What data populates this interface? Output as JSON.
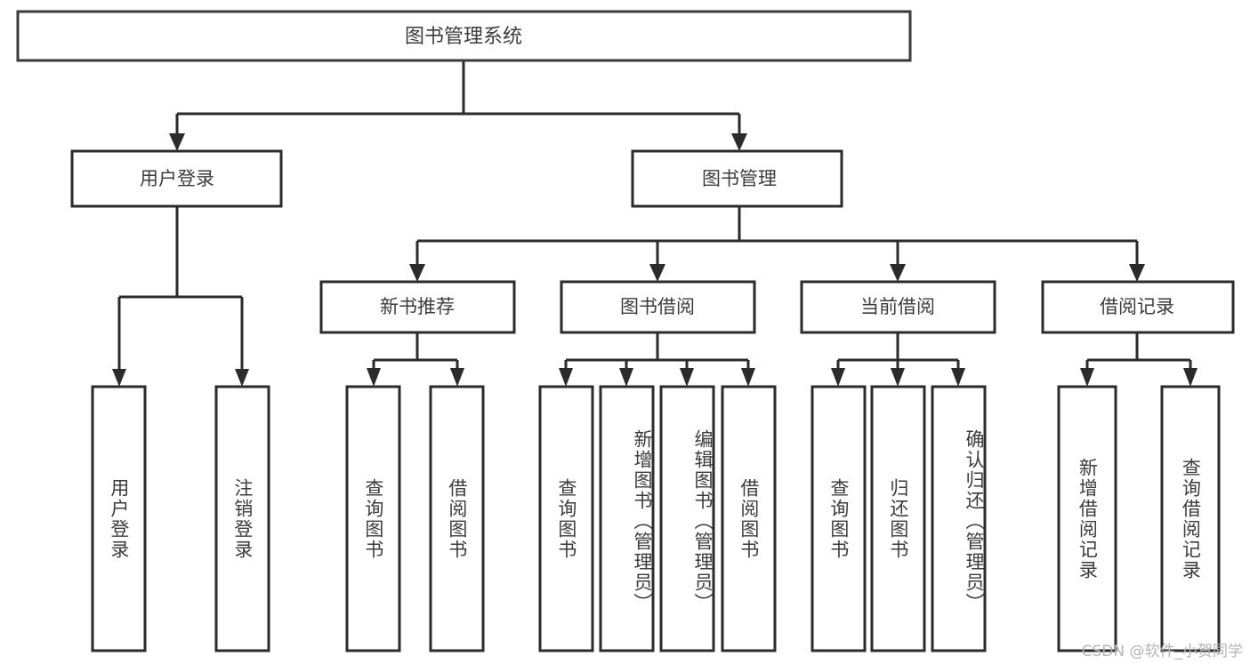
{
  "diagram": {
    "title": "图书管理系统",
    "type": "tree-hierarchy-chart",
    "orientation": "top-down",
    "colors": {
      "box_stroke": "#2b2b2b",
      "box_fill": "#ffffff",
      "text": "#3c3c3c",
      "connector": "#2b2b2b",
      "background": "#ffffff",
      "watermark": "#b4b4b4"
    },
    "root": {
      "label": "图书管理系统"
    },
    "level1": [
      {
        "label": "用户登录"
      },
      {
        "label": "图书管理"
      }
    ],
    "level2": [
      {
        "label": "新书推荐"
      },
      {
        "label": "图书借阅"
      },
      {
        "label": "当前借阅"
      },
      {
        "label": "借阅记录"
      }
    ],
    "leaves": {
      "user_login": [
        {
          "label": "用户登录"
        },
        {
          "label": "注销登录"
        }
      ],
      "new_book_recommend": [
        {
          "label": "查询图书"
        },
        {
          "label": "借阅图书"
        }
      ],
      "book_borrow": [
        {
          "label": "查询图书"
        },
        {
          "label": "新增图书（管理员）"
        },
        {
          "label": "编辑图书（管理员）"
        },
        {
          "label": "借阅图书"
        }
      ],
      "current_borrow": [
        {
          "label": "查询图书"
        },
        {
          "label": "归还图书"
        },
        {
          "label": "确认归还（管理员）"
        }
      ],
      "borrow_record": [
        {
          "label": "新增借阅记录"
        },
        {
          "label": "查询借阅记录"
        }
      ]
    }
  },
  "watermark": {
    "text": "CSDN @软件_小贺同学"
  }
}
